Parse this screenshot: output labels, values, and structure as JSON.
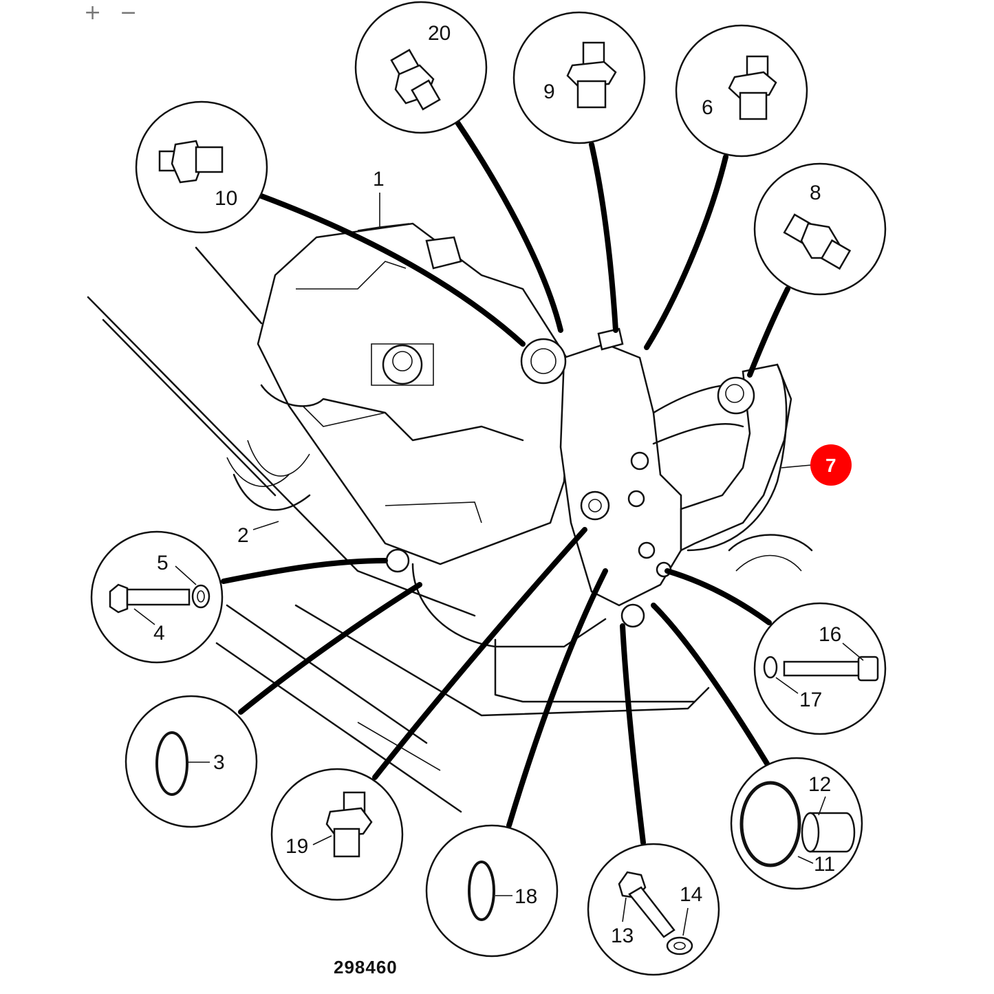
{
  "toolbar": {
    "zoom_in": "+",
    "zoom_out": "−"
  },
  "reference_number": "298460",
  "highlight_color": "#ff0000",
  "callouts": [
    {
      "id": "1",
      "label": "1"
    },
    {
      "id": "2",
      "label": "2"
    },
    {
      "id": "3",
      "label": "3"
    },
    {
      "id": "4",
      "label": "4"
    },
    {
      "id": "5",
      "label": "5"
    },
    {
      "id": "6",
      "label": "6"
    },
    {
      "id": "7",
      "label": "7",
      "highlighted": true
    },
    {
      "id": "8",
      "label": "8"
    },
    {
      "id": "9",
      "label": "9"
    },
    {
      "id": "10",
      "label": "10"
    },
    {
      "id": "11",
      "label": "11"
    },
    {
      "id": "12",
      "label": "12"
    },
    {
      "id": "13",
      "label": "13"
    },
    {
      "id": "14",
      "label": "14"
    },
    {
      "id": "16",
      "label": "16"
    },
    {
      "id": "17",
      "label": "17"
    },
    {
      "id": "18",
      "label": "18"
    },
    {
      "id": "19",
      "label": "19"
    },
    {
      "id": "20",
      "label": "20"
    }
  ]
}
